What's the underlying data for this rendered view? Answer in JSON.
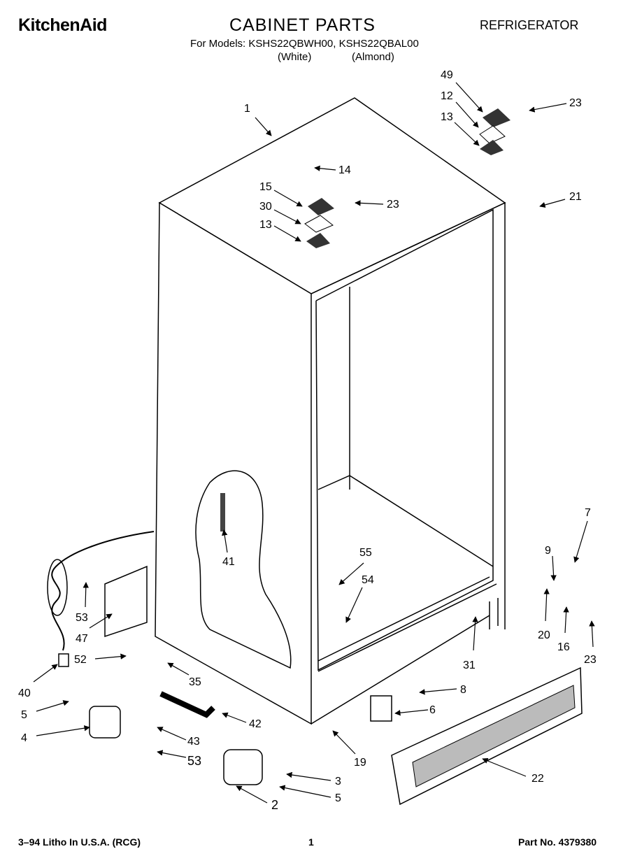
{
  "header": {
    "brand": "KitchenAid",
    "title": "CABINET PARTS",
    "appliance": "REFRIGERATOR",
    "models": "For Models: KSHS22QBWH00, KSHS22QBAL00",
    "variant_1": "(White)",
    "variant_2": "(Almond)"
  },
  "footer": {
    "print_info": "3–94 Litho In U.S.A. (RCG)",
    "page": "1",
    "part_number": "Part No. 4379380"
  },
  "callouts": {
    "c1": "1",
    "c49": "49",
    "c12": "12",
    "c13a": "13",
    "c23a": "23",
    "c14": "14",
    "c15": "15",
    "c23b": "23",
    "c30": "30",
    "c13b": "13",
    "c21": "21",
    "c41": "41",
    "c55": "55",
    "c54": "54",
    "c7": "7",
    "c9": "9",
    "c53a": "53",
    "c47": "47",
    "c52": "52",
    "c35": "35",
    "c40": "40",
    "c31": "31",
    "c20": "20",
    "c16": "16",
    "c23c": "23",
    "c5a": "5",
    "c4": "4",
    "c42": "42",
    "c43": "43",
    "c53b": "53",
    "c8": "8",
    "c6": "6",
    "c19": "19",
    "c22": "22",
    "c3": "3",
    "c5b": "5",
    "c2": "2"
  }
}
